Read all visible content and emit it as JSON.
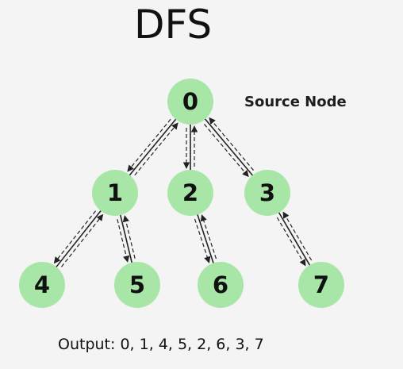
{
  "title": "DFS",
  "source_label": "Source Node",
  "output_text": "Output: 0, 1, 4, 5, 2, 6, 3, 7",
  "colors": {
    "node_fill": "#a8e6a8",
    "text": "#111111",
    "edge": "#222222",
    "background": "#f4f4f4"
  },
  "nodes": [
    {
      "id": "0",
      "label": "0"
    },
    {
      "id": "1",
      "label": "1"
    },
    {
      "id": "2",
      "label": "2"
    },
    {
      "id": "3",
      "label": "3"
    },
    {
      "id": "4",
      "label": "4"
    },
    {
      "id": "5",
      "label": "5"
    },
    {
      "id": "6",
      "label": "6"
    },
    {
      "id": "7",
      "label": "7"
    }
  ],
  "edges": [
    {
      "from": "0",
      "to": "1"
    },
    {
      "from": "0",
      "to": "2"
    },
    {
      "from": "0",
      "to": "3"
    },
    {
      "from": "1",
      "to": "4"
    },
    {
      "from": "1",
      "to": "5"
    },
    {
      "from": "2",
      "to": "6"
    },
    {
      "from": "3",
      "to": "7"
    }
  ]
}
